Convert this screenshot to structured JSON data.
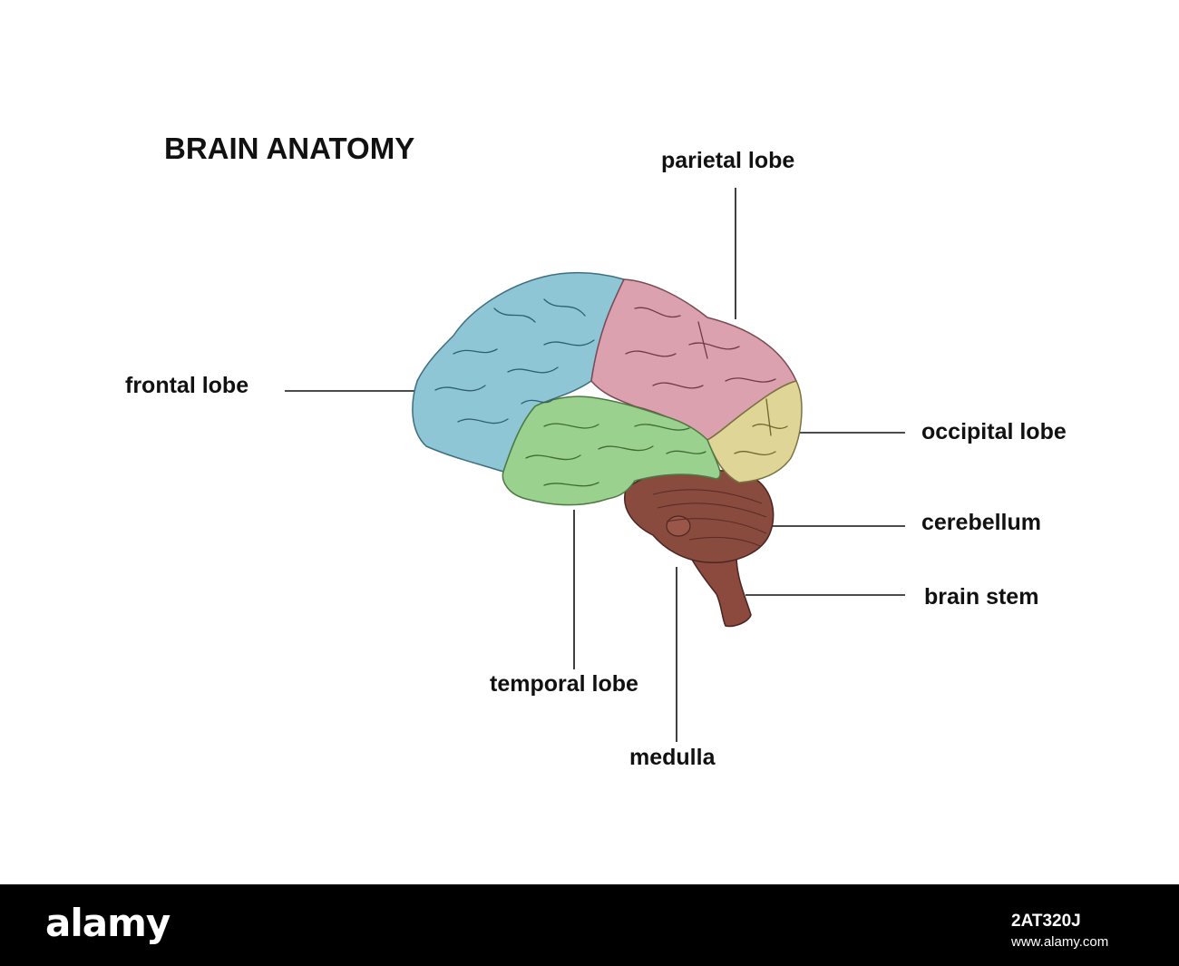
{
  "title": "BRAIN ANATOMY",
  "labels": {
    "parietal": "parietal lobe",
    "frontal": "frontal lobe",
    "occipital": "occipital lobe",
    "cerebellum": "cerebellum",
    "brain_stem": "brain stem",
    "temporal": "temporal lobe",
    "medulla": "medulla"
  },
  "colors": {
    "frontal": "#8ec6d6",
    "parietal": "#dba1ae",
    "temporal": "#9bd18e",
    "occipital": "#dfd596",
    "cerebellum": "#8a4b3f",
    "brain_stem": "#8c4a3e"
  },
  "footer": {
    "brand": "alamy",
    "image_id": "2AT320J",
    "site": "www.alamy.com"
  }
}
